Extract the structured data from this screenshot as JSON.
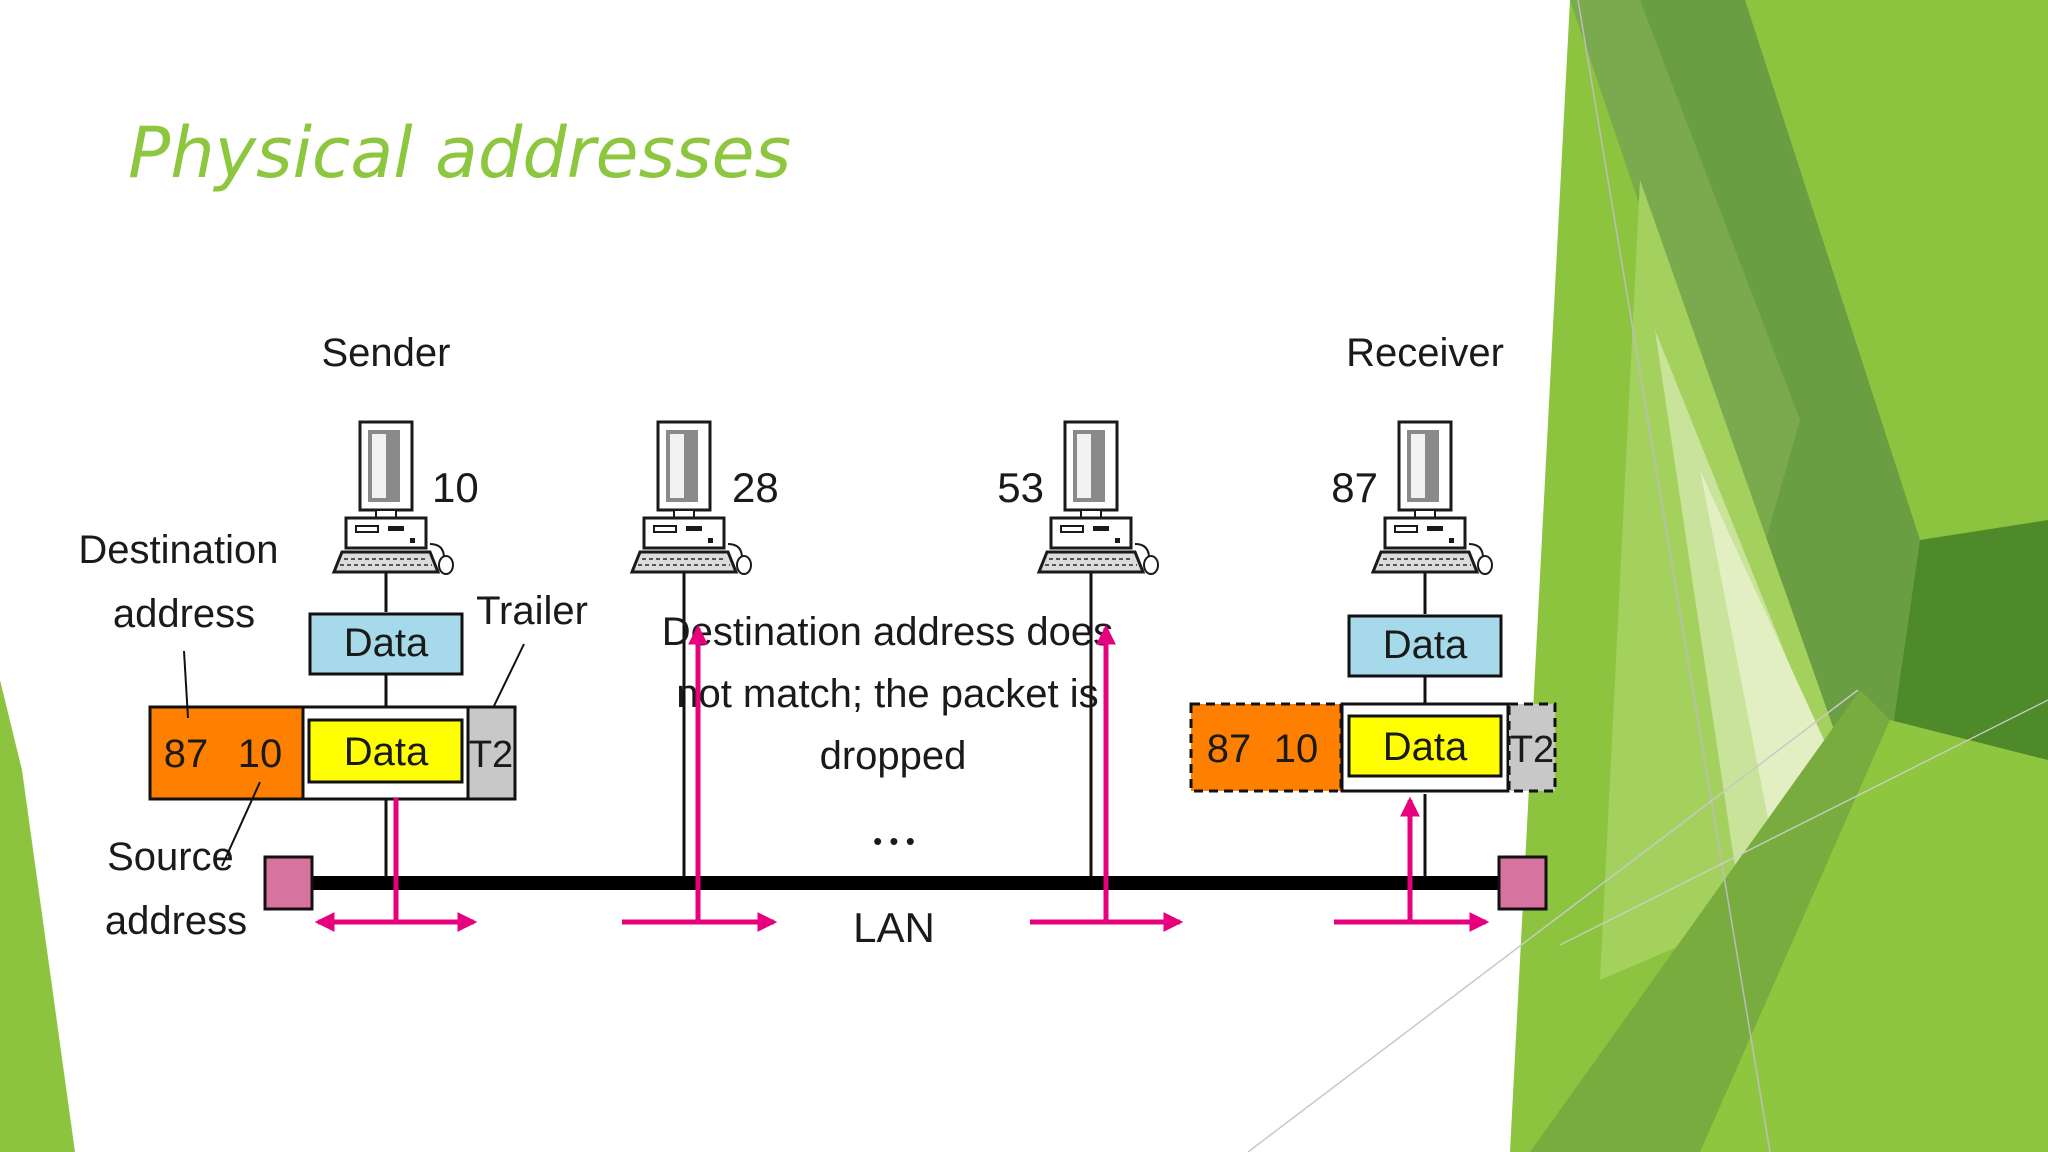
{
  "slide": {
    "title": "Physical addresses"
  },
  "theme": {
    "accent": "#8DC63F",
    "header_color": "#9ACD40",
    "data_upper_color": "#A6D9EA",
    "data_frame_color": "#FFFF00",
    "address_color": "#FF8000",
    "trailer_color": "#C8C8C8",
    "signal_color": "#E6007E",
    "terminator_color": "#D6739E"
  },
  "diagram": {
    "stations": [
      {
        "id": "sender",
        "role_label": "Sender",
        "address": "10"
      },
      {
        "id": "station-28",
        "role_label": "",
        "address": "28"
      },
      {
        "id": "station-53",
        "role_label": "",
        "address": "53"
      },
      {
        "id": "receiver",
        "role_label": "Receiver",
        "address": "87"
      }
    ],
    "sender_frame": {
      "data_label": "Data",
      "frame_data_label": "Data",
      "destination_address": "87",
      "source_address": "10",
      "trailer": "T2"
    },
    "receiver_frame": {
      "data_label": "Data",
      "frame_data_label": "Data",
      "destination_address": "87",
      "source_address": "10",
      "trailer": "T2"
    },
    "labels": {
      "destination_line1": "Destination",
      "destination_line2": "address",
      "trailer": "Trailer",
      "source_line1": "Source",
      "source_line2": "address",
      "drop_line1": "Destination address does",
      "drop_line2": "not match; the packet is",
      "drop_line3": "dropped",
      "ellipsis": "• • •",
      "lan": "LAN"
    }
  }
}
